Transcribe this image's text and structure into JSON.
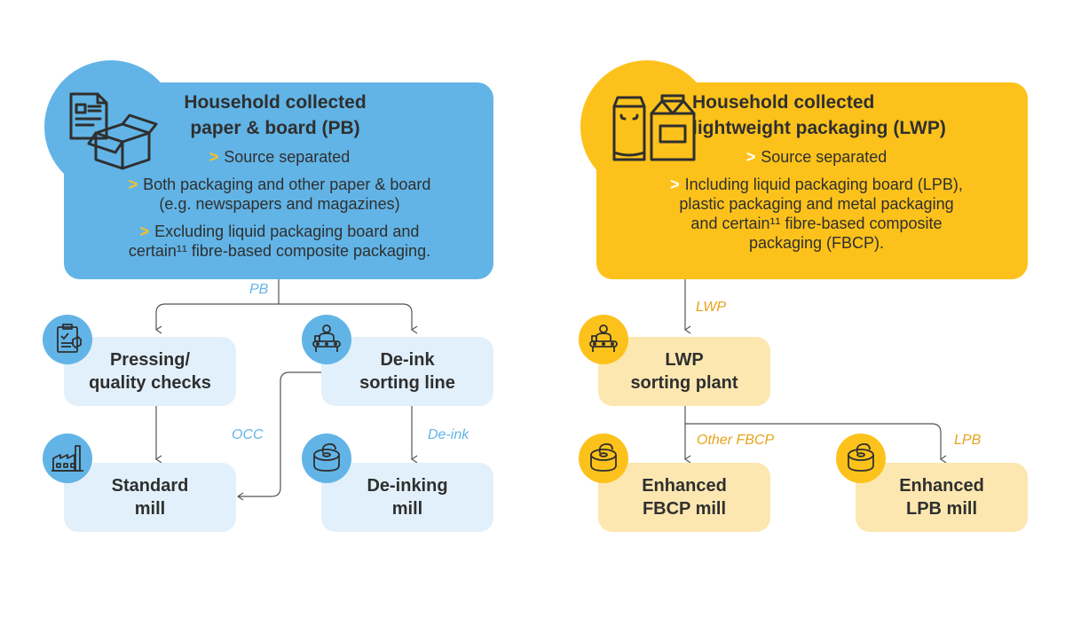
{
  "pb": {
    "title_line1": "Household collected",
    "title_line2": "paper & board (PB)",
    "bullet_mark": ">",
    "bullets": [
      [
        "Source separated"
      ],
      [
        "Both packaging and other paper & board",
        "(e.g. newspapers and magazines)"
      ],
      [
        "Excluding liquid packaging board and",
        "certain¹¹ fibre-based composite packaging."
      ]
    ],
    "edge_label": "PB",
    "occ_label": "OCC",
    "deink_label": "De-ink",
    "nodes": {
      "pressing": [
        "Pressing/",
        "quality checks"
      ],
      "deink_sort": [
        "De-ink",
        "sorting line"
      ],
      "standard_mill": [
        "Standard",
        "mill"
      ],
      "deinking_mill": [
        "De-inking",
        "mill"
      ]
    }
  },
  "lwp": {
    "title_line1": "Household collected",
    "title_line2": "lightweight packaging (LWP)",
    "bullet_mark": ">",
    "bullets": [
      [
        "Source separated"
      ],
      [
        "Including liquid packaging board (LPB),",
        "plastic packaging and metal packaging",
        "and certain¹¹ fibre-based composite",
        "packaging (FBCP)."
      ]
    ],
    "edge_label": "LWP",
    "other_fbcp_label": "Other FBCP",
    "lpb_label": "LPB",
    "nodes": {
      "sorting_plant": [
        "LWP",
        "sorting plant"
      ],
      "fbcp_mill": [
        "Enhanced",
        "FBCP mill"
      ],
      "lpb_mill": [
        "Enhanced",
        "LPB mill"
      ]
    }
  },
  "colors": {
    "blue": "#62b4e6",
    "light_blue": "#e2f0fb",
    "yellow": "#fcc21b",
    "light_yellow": "#fde7b0",
    "orange_text": "#e8a21b"
  }
}
